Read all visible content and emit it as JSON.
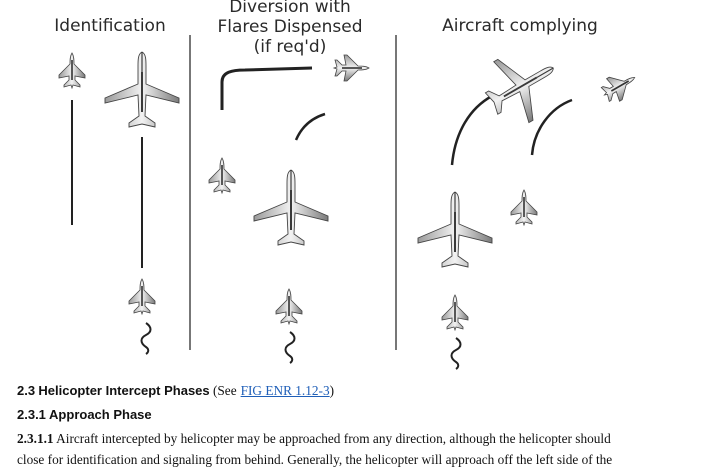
{
  "figure": {
    "panels": [
      {
        "title_lines": [
          "Identification"
        ]
      },
      {
        "title_lines": [
          "Diversion with",
          "Flares Dispensed",
          "(if req'd)"
        ]
      },
      {
        "title_lines": [
          "Aircraft complying"
        ]
      }
    ],
    "colors": {
      "aircraft": "#8c8c8c",
      "aircraft_dark": "#4a4a4a",
      "path": "#222222",
      "divider": "#555555"
    }
  },
  "doc": {
    "heading_23_num": "2.3",
    "heading_23_text": "Helicopter Intercept Phases",
    "heading_23_see_prefix": "(See",
    "heading_23_link": "FIG ENR 1.12-3",
    "heading_23_suffix": ")",
    "heading_231": "2.3.1 Approach Phase",
    "para_2311_num": "2.3.1.1",
    "para_2311_text": "Aircraft intercepted by helicopter may be approached from any direction, although the helicopter should",
    "para_2311_cont": "close for identification and signaling from behind. Generally, the helicopter will approach off the left side of the"
  }
}
